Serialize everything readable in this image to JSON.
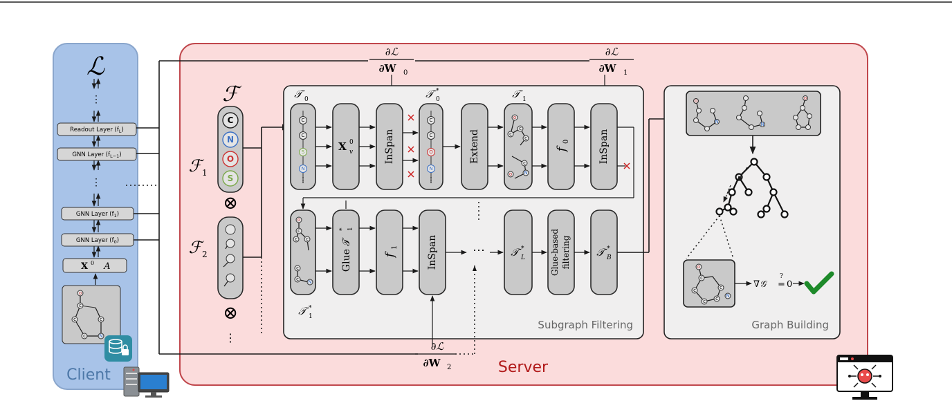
{
  "client": {
    "label": "Client",
    "loss_symbol": "ℒ",
    "layers": [
      {
        "label": "Readout Layer (f",
        "sub": "L",
        "tail": ")"
      },
      {
        "label": "GNN Layer (f",
        "sub": "L−1",
        "tail": ")"
      },
      {
        "label": "GNN Layer (f",
        "sub": "1",
        "tail": ")"
      },
      {
        "label": "GNN Layer (f",
        "sub": "0",
        "tail": ")"
      }
    ],
    "input_x": "X",
    "input_x_sup": "0",
    "input_a": "A"
  },
  "server": {
    "label": "Server",
    "grad_w0": {
      "num": "∂ℒ",
      "den": "∂W",
      "sub": "0"
    },
    "grad_w1": {
      "num": "∂ℒ",
      "den": "∂W",
      "sub": "1"
    },
    "grad_w2": {
      "num": "∂ℒ",
      "den": "∂W",
      "sub": "2"
    },
    "F": "ℱ",
    "F1": {
      "base": "ℱ",
      "sub": "1"
    },
    "F2": {
      "base": "ℱ",
      "sub": "2"
    },
    "otimes": "⊗",
    "frag_letters": [
      "C",
      "N",
      "O",
      "S"
    ]
  },
  "subgraph_filtering": {
    "title": "Subgraph Filtering",
    "row1": {
      "t0": {
        "base": "𝒯",
        "sub": "0"
      },
      "xv": {
        "base": "X",
        "sup": "0",
        "sub": "v"
      },
      "inspan1": "InSpan",
      "t0star": {
        "base": "𝒯",
        "sub": "0",
        "sup": "*"
      },
      "extend": "Extend",
      "t1": {
        "base": "𝒯",
        "sub": "1"
      },
      "f0": {
        "base": "f",
        "sub": "0"
      },
      "inspan2": "InSpan",
      "chain_letters": [
        "C",
        "C",
        "S",
        "N"
      ],
      "chain2_letters": [
        "C",
        "C",
        "O",
        "N"
      ]
    },
    "row2": {
      "t1star": {
        "base": "𝒯",
        "sub": "1",
        "sup": "*"
      },
      "glue": "Glue 𝒯",
      "glue_sub": "1",
      "glue_sup": "*",
      "f1": {
        "base": "f",
        "sub": "1"
      },
      "inspan": "InSpan",
      "tL": {
        "base": "𝒯",
        "sub": "L",
        "sup": "*"
      },
      "glue_filter_line1": "Glue-based",
      "glue_filter_line2": "filtering",
      "tB": {
        "base": "𝒯",
        "sub": "B",
        "sup": "*"
      }
    }
  },
  "graph_building": {
    "title": "Graph Building",
    "check_text": "∇𝒢 ",
    "check_eq": "=",
    "check_q": "?",
    "check_zero": "0"
  },
  "colors": {
    "client_fill": "#a8c3e8",
    "client_stroke": "#8aa6cc",
    "server_fill": "#fbdcdc",
    "server_stroke": "#c0474c",
    "panel_fill": "#f0efef",
    "node_fill": "#c9c9c9",
    "check": "#1e8a2a",
    "cross": "#cc2222",
    "server_text": "#b11a1a",
    "client_text": "#4d78a8",
    "panel_title": "#666666"
  }
}
